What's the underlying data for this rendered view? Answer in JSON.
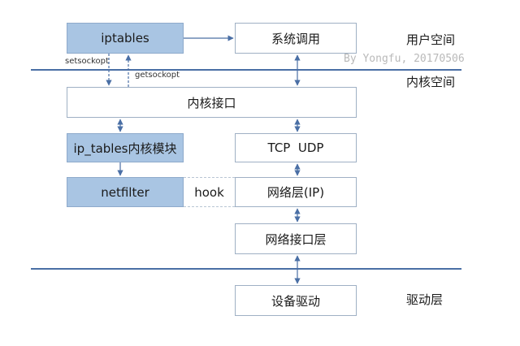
{
  "boxes": {
    "iptables": "iptables",
    "syscall": "系统调用",
    "kernel_interface": "内核接口",
    "ip_tables_module": "ip_tables内核模块",
    "tcp_udp": "TCP  UDP",
    "netfilter": "netfilter",
    "hook": "hook",
    "network_layer": "网络层(IP)",
    "net_interface_layer": "网络接口层",
    "device_driver": "设备驱动"
  },
  "labels": {
    "setsockopt": "setsockopt",
    "getsockopt": "getsockopt",
    "user_space": "用户空间",
    "kernel_space": "内核空间",
    "driver_layer": "驱动层",
    "watermark": "By Yongfu, 20170506"
  },
  "colors": {
    "module_fill": "#a9c5e3",
    "line": "#4a6fa5",
    "box_border": "#9fb0c4"
  }
}
